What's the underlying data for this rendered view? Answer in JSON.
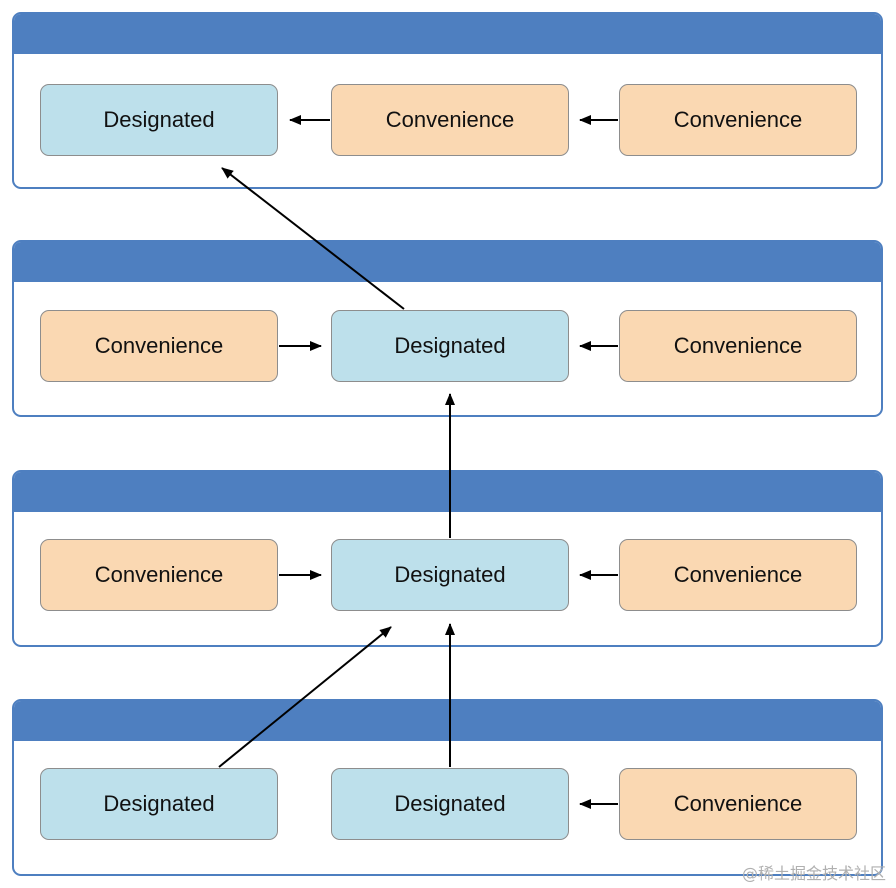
{
  "colors": {
    "header": "#4e7fc0",
    "designated": "#bde0eb",
    "convenience": "#fad8b2",
    "border": "#8d8d8d",
    "arrow": "#000000"
  },
  "levels": [
    {
      "nodes": [
        {
          "label": "Designated",
          "kind": "designated"
        },
        {
          "label": "Convenience",
          "kind": "convenience"
        },
        {
          "label": "Convenience",
          "kind": "convenience"
        }
      ]
    },
    {
      "nodes": [
        {
          "label": "Convenience",
          "kind": "convenience"
        },
        {
          "label": "Designated",
          "kind": "designated"
        },
        {
          "label": "Convenience",
          "kind": "convenience"
        }
      ]
    },
    {
      "nodes": [
        {
          "label": "Convenience",
          "kind": "convenience"
        },
        {
          "label": "Designated",
          "kind": "designated"
        },
        {
          "label": "Convenience",
          "kind": "convenience"
        }
      ]
    },
    {
      "nodes": [
        {
          "label": "Designated",
          "kind": "designated"
        },
        {
          "label": "Designated",
          "kind": "designated"
        },
        {
          "label": "Convenience",
          "kind": "convenience"
        }
      ]
    }
  ],
  "watermark": "@稀土掘金技术社区"
}
